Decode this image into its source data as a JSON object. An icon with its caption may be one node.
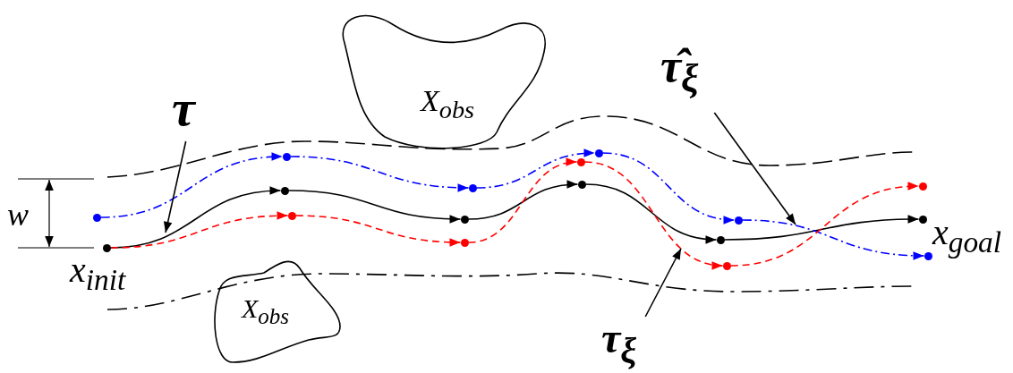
{
  "diagram": {
    "nodes": [
      {
        "text": [
          "X$_{obs}$"
        ]
      },
      {
        "text": [
          "X$_{obs}$"
        ]
      },
      {
        "text": [
          "τ"
        ]
      },
      {
        "text": [
          "τ̂$_{ξ}$"
        ]
      },
      {
        "text": [
          "τ$_{ξ}$"
        ]
      },
      {
        "text": [],
        "shape": "circle",
        "beside": [
          "x$_{init}$"
        ]
      },
      {
        "text": [],
        "shape": "circle"
      },
      {
        "text": [],
        "shape": "circle"
      },
      {
        "text": [],
        "shape": "circle"
      },
      {
        "text": [],
        "shape": "circle"
      },
      {
        "text": [],
        "shape": "circle",
        "beside": [
          "x$_{goal}$"
        ]
      },
      {
        "text": [],
        "shape": "circle"
      },
      {
        "text": [],
        "shape": "circle"
      },
      {
        "text": [],
        "shape": "circle"
      },
      {
        "text": [],
        "shape": "circle"
      },
      {
        "text": [],
        "shape": "circle"
      },
      {
        "text": [],
        "shape": "circle"
      },
      {
        "text": [],
        "shape": "circle"
      },
      {
        "text": [],
        "shape": "circle"
      },
      {
        "text": [],
        "shape": "circle"
      },
      {
        "text": [],
        "shape": "circle"
      },
      {
        "text": [],
        "shape": "circle"
      }
    ],
    "edges": [
      {
        "from": 5,
        "to": 6,
        "arrow": "to"
      },
      {
        "from": 6,
        "to": 7,
        "arrow": "to"
      },
      {
        "from": 7,
        "to": 8,
        "arrow": "to"
      },
      {
        "from": 8,
        "to": 9,
        "arrow": "to"
      },
      {
        "from": 9,
        "to": 10,
        "arrow": "to"
      },
      {
        "from": 11,
        "to": 12,
        "arrow": "to",
        "style": "dashed",
        "color": "#0000ff"
      },
      {
        "from": 12,
        "to": 13,
        "arrow": "to",
        "style": "dashed",
        "color": "#0000ff"
      },
      {
        "from": 13,
        "to": 14,
        "arrow": "to",
        "style": "dashed",
        "color": "#0000ff"
      },
      {
        "from": 14,
        "to": 15,
        "arrow": "to",
        "style": "dashed",
        "color": "#0000ff"
      },
      {
        "from": 15,
        "to": 16,
        "arrow": "to",
        "style": "dashed",
        "color": "#0000ff"
      },
      {
        "from": 5,
        "to": 17,
        "arrow": "to",
        "style": "dashed",
        "color": "#ff0000"
      },
      {
        "from": 17,
        "to": 18,
        "arrow": "to",
        "style": "dashed",
        "color": "#ff0000"
      },
      {
        "from": 18,
        "to": 19,
        "arrow": "to",
        "style": "dashed",
        "color": "#ff0000"
      },
      {
        "from": 19,
        "to": 20,
        "arrow": "to",
        "style": "dashed",
        "color": "#ff0000"
      },
      {
        "from": 20,
        "to": 21,
        "arrow": "to",
        "style": "dashed",
        "color": "#ff0000"
      },
      {
        "from": 2,
        "to": null,
        "arrow": "to"
      },
      {
        "from": 3,
        "to": null,
        "arrow": "to"
      },
      {
        "from": 4,
        "to": null,
        "arrow": "to"
      }
    ],
    "labels": [
      "w"
    ]
  }
}
